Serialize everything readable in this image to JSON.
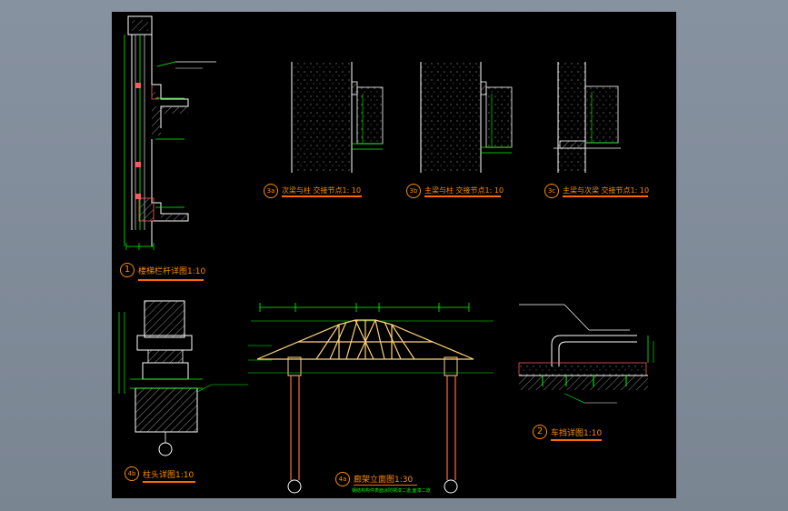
{
  "colors": {
    "background": "#7f8a96",
    "sheet": "#000000",
    "line": "#ffffff",
    "dimension": "#00ff00",
    "title_text": "#ff8c00",
    "title_underline": "#ff6a00",
    "truss": "#ffd27a",
    "column": "#ff6a40",
    "hatch": "#8a8a8a"
  },
  "titles": {
    "detail_1": {
      "marker": "1",
      "text": "楼梯栏杆详图1:10"
    },
    "detail_3a": {
      "marker": "3a",
      "text": "次梁与柱 交接节点1: 10"
    },
    "detail_3b": {
      "marker": "3b",
      "text": "主梁与柱 交接节点1: 10"
    },
    "detail_3c": {
      "marker": "3c",
      "text": "主梁与次梁 交接节点1: 10"
    },
    "detail_4b": {
      "marker": "4b",
      "text": "柱头详图1:10"
    },
    "detail_4a": {
      "marker": "4a",
      "text": "廊架立面图1:30"
    },
    "detail_2": {
      "marker": "2",
      "text": "车挡详图1:10"
    }
  },
  "notes": {
    "elevation_note": "钢结构构件表面涂防锈漆二道,面漆二道"
  }
}
